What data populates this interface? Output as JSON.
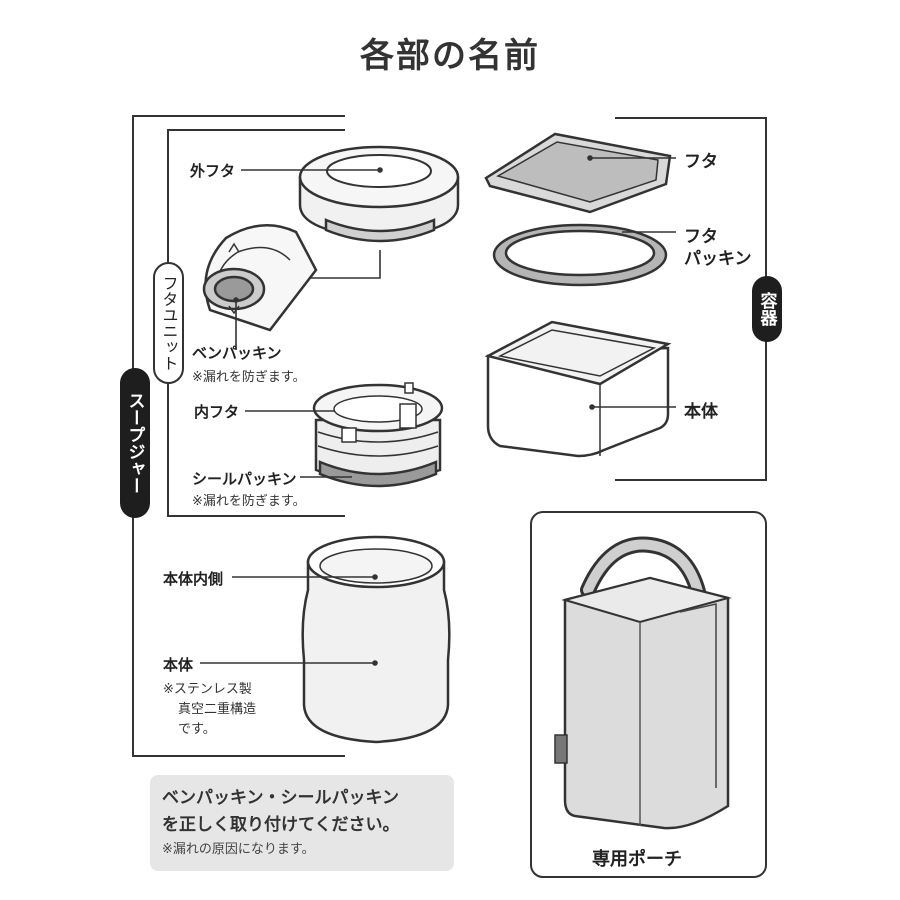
{
  "title": "各部の名前",
  "groups": {
    "soup_jar": "スープジャー",
    "lid_unit": "フタユニット",
    "container": "容器"
  },
  "parts": {
    "outer_lid": "外フタ",
    "ben_packing": "ベンパッキン",
    "ben_packing_note": "※漏れを防ぎます。",
    "inner_lid": "内フタ",
    "seal_packing": "シールパッキン",
    "seal_packing_note": "※漏れを防ぎます。",
    "body_inside": "本体内側",
    "body": "本体",
    "body_note_1": "※ステンレス製",
    "body_note_2": "真空二重構造",
    "body_note_3": "です。",
    "container_lid": "フタ",
    "container_lid_packing_1": "フタ",
    "container_lid_packing_2": "パッキン",
    "container_body": "本体",
    "pouch": "専用ポーチ"
  },
  "notice": {
    "line1": "ベンパッキン・シールパッキン",
    "line2": "を正しく取り付けてください。",
    "line3": "※漏れの原因になります。"
  },
  "colors": {
    "outline": "#333333",
    "fill_light": "#f1f1f1",
    "fill_gray": "#d8d8d8",
    "fill_dark": "#8a8a8a",
    "notice_bg": "#e6e6e6"
  }
}
